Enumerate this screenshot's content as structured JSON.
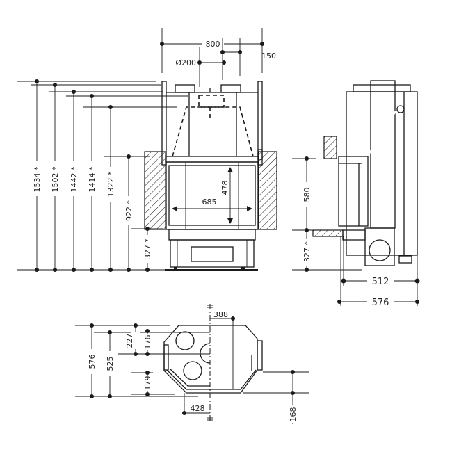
{
  "front_view": {
    "heights": [
      "1534 *",
      "1502 *",
      "1442 *",
      "1414 *",
      "1322 *",
      "922 *",
      "327 *"
    ],
    "width_top": "800",
    "offset_top": "150",
    "flue_diameter": "Ø200",
    "glass_width": "685",
    "glass_height": "478"
  },
  "side_view": {
    "glass_height": "580",
    "floor_height": "327 *",
    "depth_inner": "512",
    "depth_outer": "576"
  },
  "plan_view": {
    "depth": "576",
    "depth_inner": "525",
    "flue_offset_a": "227",
    "flue_offset_b": "176",
    "flue_offset_c": "179",
    "center_right": "388",
    "center_left": "428",
    "side_offset": "168"
  }
}
